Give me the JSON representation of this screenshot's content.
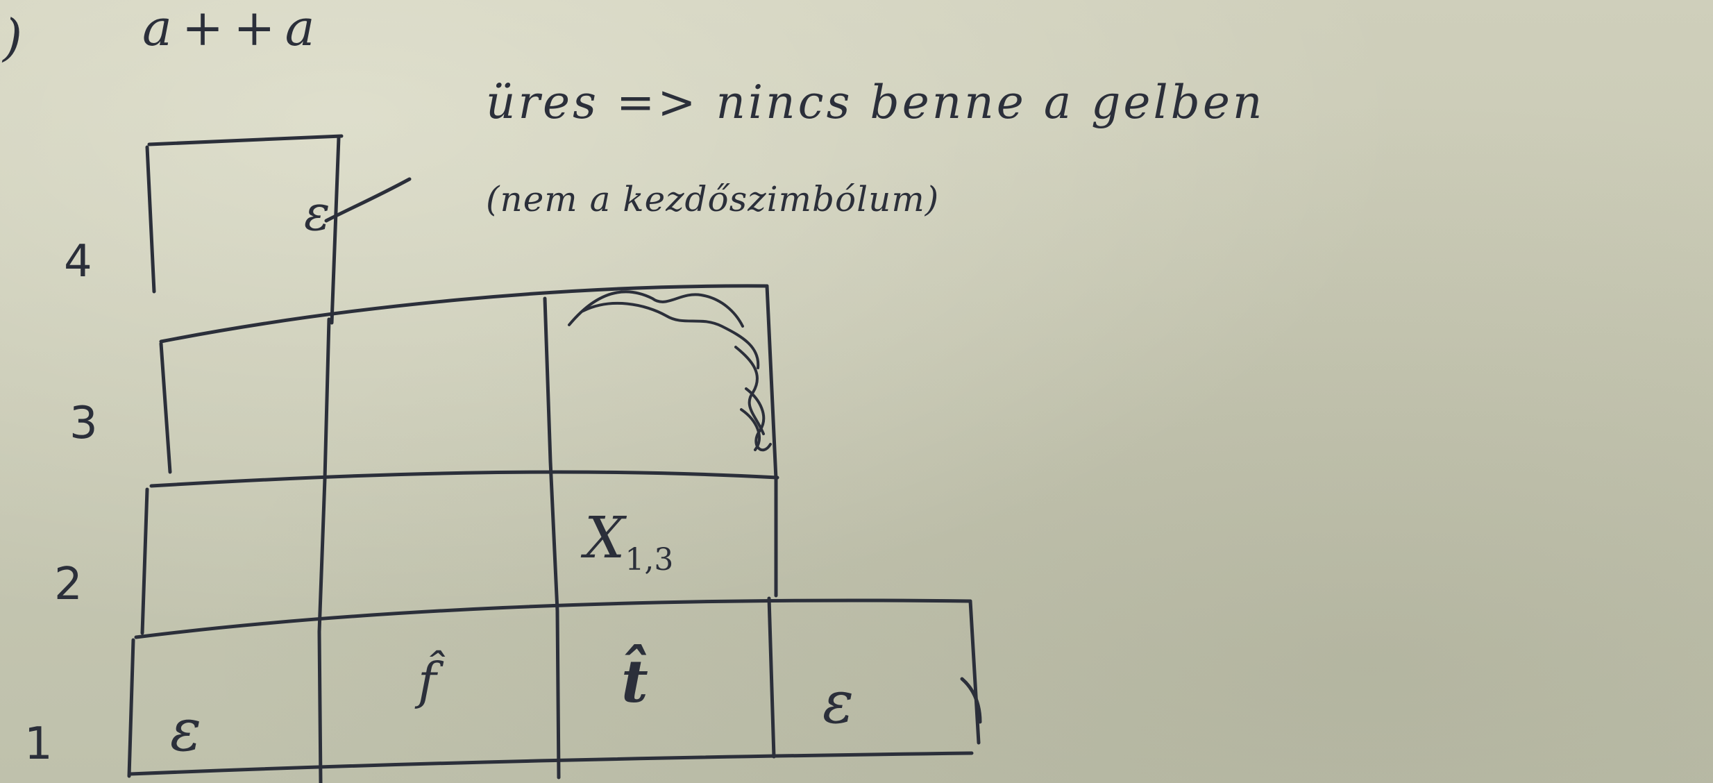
{
  "notes": {
    "item_marker": ")",
    "heading": "a++a",
    "line1": "üres => nincs benne a gelben",
    "line2": "(nem a kezdőszimbólum)"
  },
  "grid": {
    "row_labels": [
      "4",
      "3",
      "2",
      "1"
    ],
    "cells": {
      "row4_c2": "ε",
      "row2_c3_main": "X",
      "row2_c3_sub": "1,3",
      "row1_c1": "ε",
      "row1_c2": "f̂",
      "row1_c3": "t̂",
      "row1_c4": "ε"
    }
  },
  "colors": {
    "ink": "#2b2f3a",
    "paper": "#c9c9b5"
  }
}
